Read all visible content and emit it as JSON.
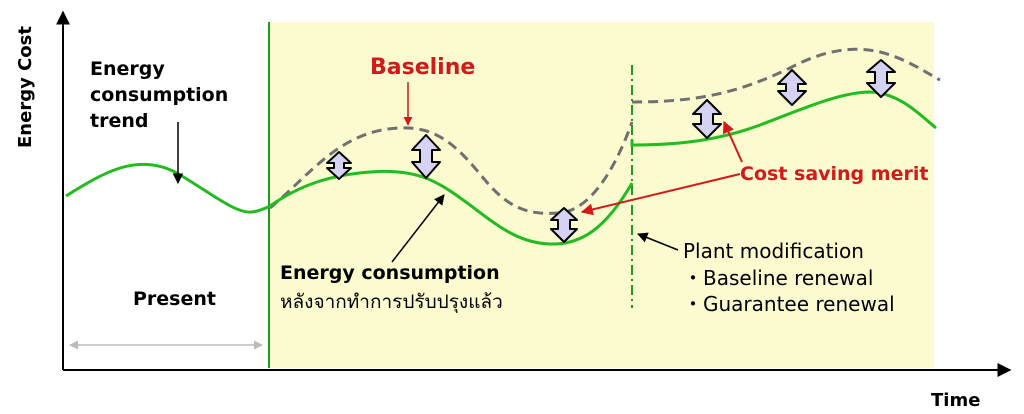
{
  "axes": {
    "y_label": "Energy Cost",
    "x_label": "Time"
  },
  "labels": {
    "trend_line1": "Energy",
    "trend_line2": "consumption",
    "trend_line3": "trend",
    "baseline": "Baseline",
    "present": "Present",
    "energy_consumption": "Energy consumption",
    "after_improvement": "หลังจากทำการปรับปรุงแล้ว",
    "cost_saving": "Cost saving merit",
    "plant_modification": "Plant modification",
    "baseline_renewal": "・Baseline renewal",
    "guarantee_renewal": "・Guarantee renewal"
  },
  "colors": {
    "highlight_region": "#fbfbcf",
    "consumption_curve": "#22bb22",
    "baseline_curve": "#707070",
    "annotation_red": "#d11a1a",
    "divider_green": "#1f9a1f",
    "arrow_fill": "#d6d2f4"
  }
}
